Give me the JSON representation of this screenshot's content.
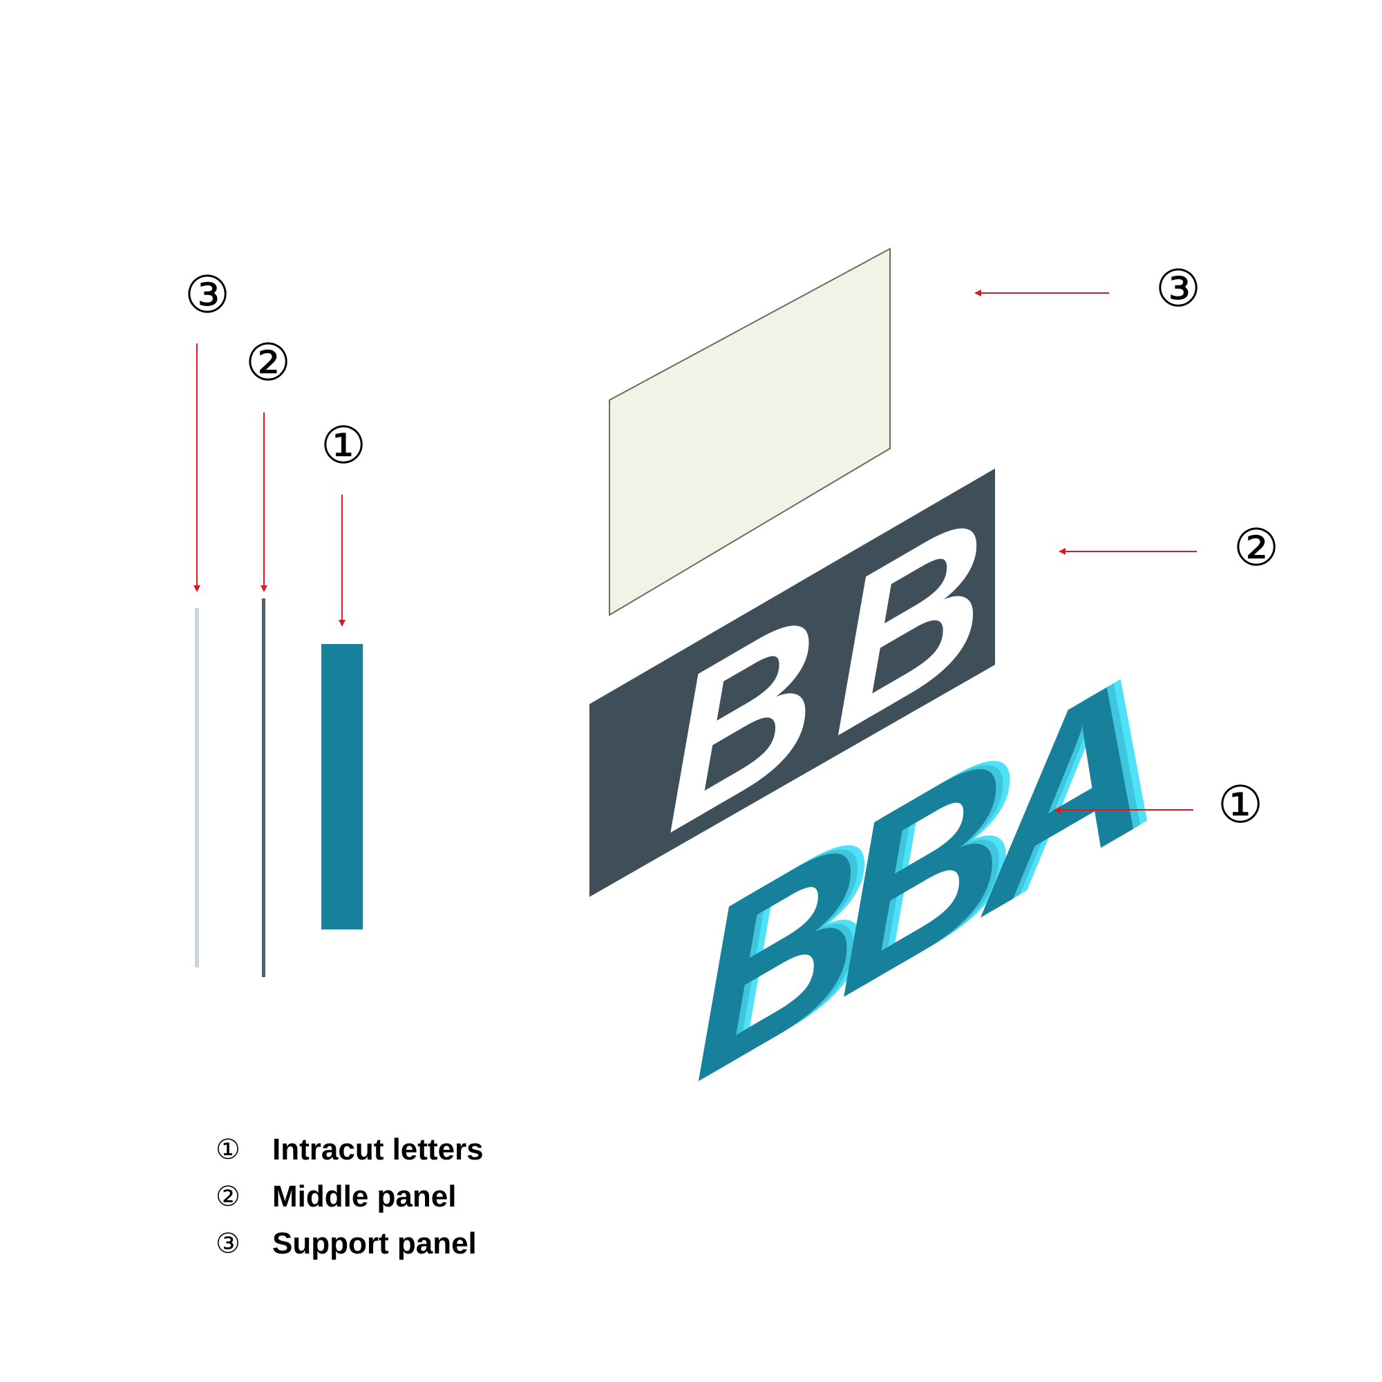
{
  "markers": {
    "one": "①",
    "two": "②",
    "three": "③"
  },
  "panel_text": "BBA",
  "letters_text": "BBA",
  "legend": [
    {
      "num": "①",
      "label": "Intracut letters"
    },
    {
      "num": "②",
      "label": "Middle panel"
    },
    {
      "num": "③",
      "label": "Support panel"
    }
  ],
  "colors": {
    "support_panel": "#f1f3e6",
    "middle_panel": "#3e4f5a",
    "letter_front": "#17809b",
    "letter_side": "#4ee2f8",
    "arrow": "#e0181b"
  }
}
